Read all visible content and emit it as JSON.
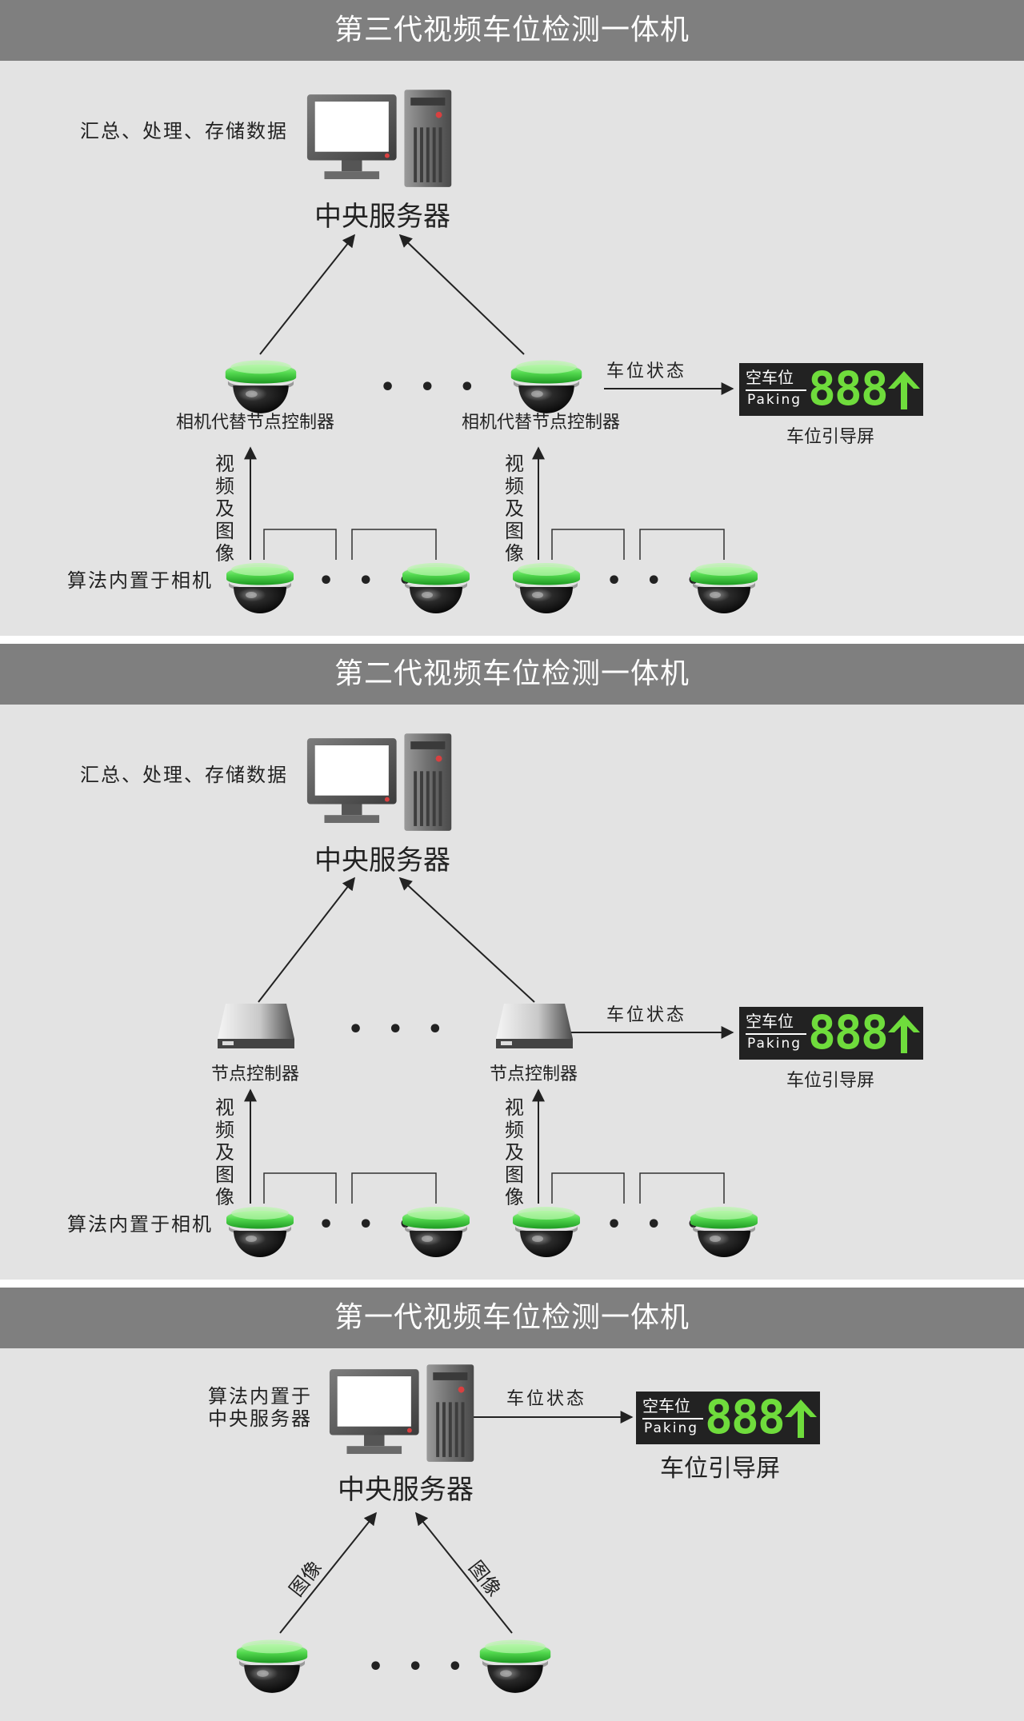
{
  "sections": [
    {
      "title": "第三代视频车位检测一体机",
      "data_note": "汇总、处理、存储数据",
      "server_label": "中央服务器",
      "left_node_label": "相机代替节点控制器",
      "right_node_label": "相机代替节点控制器",
      "status_label": "车位状态",
      "sign": {
        "top_text": "空车位",
        "bottom_text": "Paking",
        "digits": "888"
      },
      "sign_caption": "车位引导屏",
      "video_label_left": "视频及图像",
      "video_label_right": "视频及图像",
      "algo_label": "算法内置于相机"
    },
    {
      "title": "第二代视频车位检测一体机",
      "data_note": "汇总、处理、存储数据",
      "server_label": "中央服务器",
      "left_node_label": "节点控制器",
      "right_node_label": "节点控制器",
      "status_label": "车位状态",
      "sign": {
        "top_text": "空车位",
        "bottom_text": "Paking",
        "digits": "888"
      },
      "sign_caption": "车位引导屏",
      "video_label_left": "视频及图像",
      "video_label_right": "视频及图像",
      "algo_label": "算法内置于相机"
    },
    {
      "title": "第一代视频车位检测一体机",
      "algo_label_line1": "算法内置于",
      "algo_label_line2": "中央服务器",
      "server_label": "中央服务器",
      "status_label": "车位状态",
      "sign": {
        "top_text": "空车位",
        "bottom_text": "Paking",
        "digits": "888"
      },
      "sign_caption": "车位引导屏",
      "image_label_left": "图像",
      "image_label_right": "图像"
    }
  ],
  "ellipsis": "• • •",
  "colors": {
    "header_bg": "#7f7f7f",
    "panel_bg": "#e3e3e3",
    "camera_ring": "#52d84e",
    "digits": "#6fdc3c",
    "sign_bg": "#222222",
    "server_led": "#d94040"
  },
  "icons": [
    "computer-monitor-icon",
    "server-tower-icon",
    "dome-camera-icon",
    "node-controller-icon",
    "up-arrow-icon"
  ]
}
